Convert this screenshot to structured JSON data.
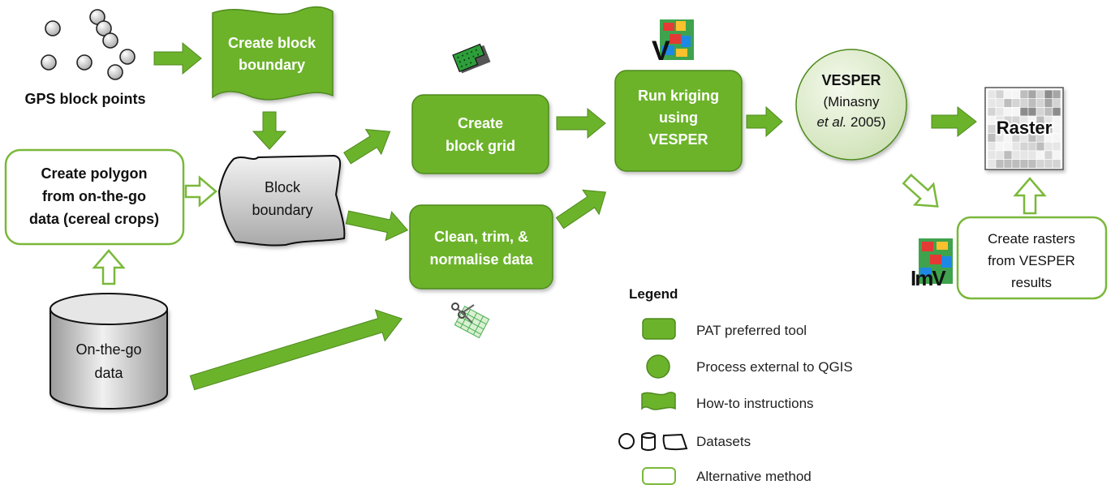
{
  "nodes": {
    "gps_points": {
      "label": "GPS block points"
    },
    "create_block_boundary": {
      "line1": "Create block",
      "line2": "boundary"
    },
    "create_polygon": {
      "line1": "Create polygon",
      "line2": "from on-the-go",
      "line3": "data (cereal crops)"
    },
    "block_boundary": {
      "line1": "Block",
      "line2": "boundary"
    },
    "create_block_grid": {
      "line1": "Create",
      "line2": "block grid"
    },
    "clean_trim": {
      "line1": "Clean, trim, &",
      "line2": "normalise data"
    },
    "run_kriging": {
      "line1": "Run kriging",
      "line2": "using",
      "line3": "VESPER"
    },
    "vesper": {
      "title": "VESPER",
      "line2": "(Minasny",
      "line3_italic": "et al.",
      "line3_rest": " 2005)"
    },
    "raster": {
      "label": "Raster"
    },
    "create_rasters": {
      "line1": "Create rasters",
      "line2": "from VESPER",
      "line3": "results"
    },
    "on_the_go_data": {
      "line1": "On-the-go",
      "line2": "data"
    }
  },
  "icons": {
    "vesper_icon": {
      "letter": "V"
    },
    "imv_icon": {
      "letter": "ImV"
    }
  },
  "legend": {
    "title": "Legend",
    "items": [
      {
        "key": "tool",
        "label": "PAT preferred tool"
      },
      {
        "key": "external",
        "label": "Process external to QGIS"
      },
      {
        "key": "howto",
        "label": "How-to instructions"
      },
      {
        "key": "datasets",
        "label": "Datasets"
      },
      {
        "key": "alternative",
        "label": "Alternative method"
      }
    ]
  },
  "colors": {
    "green_fill": "#6cb32c",
    "green_stroke": "#4e8a1d",
    "alt_stroke": "#7ab83a",
    "text_white": "#ffffff",
    "text_dark": "#111111",
    "grey_fill": "#c9c9c9"
  }
}
